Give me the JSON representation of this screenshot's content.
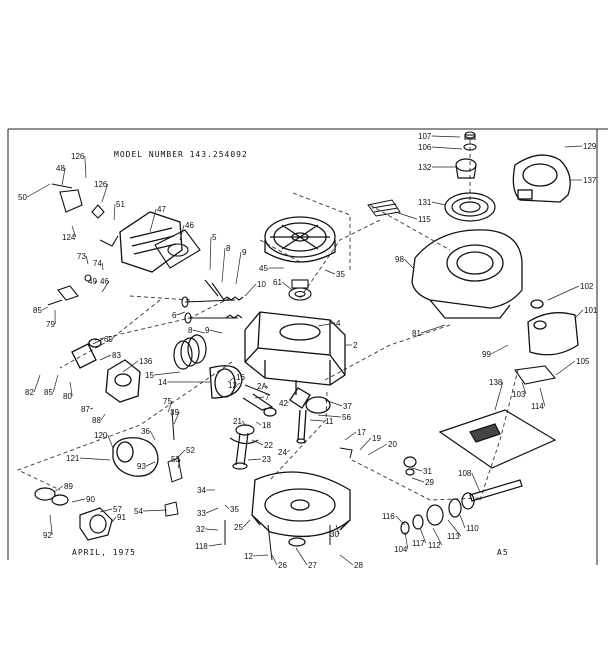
{
  "header": {
    "model_label": "MODEL NUMBER 143.254092"
  },
  "footer": {
    "date": "APRIL, 1975",
    "page_code": "A5"
  },
  "callouts": [
    "107",
    "106",
    "132",
    "131",
    "115",
    "129",
    "137",
    "98",
    "102",
    "101",
    "81",
    "99",
    "105",
    "103",
    "114",
    "138",
    "108",
    "126",
    "48",
    "50",
    "126",
    "51",
    "47",
    "124",
    "46",
    "5",
    "8",
    "9",
    "45",
    "61",
    "35",
    "73",
    "74",
    "49",
    "46",
    "85",
    "79",
    "6",
    "8",
    "9",
    "10",
    "4",
    "2",
    "69",
    "83",
    "136",
    "15",
    "14",
    "16",
    "82",
    "85",
    "80",
    "87",
    "88",
    "75",
    "39",
    "13",
    "2A",
    "7",
    "42",
    "56",
    "37",
    "18",
    "21",
    "22",
    "23",
    "24",
    "11",
    "17",
    "19",
    "20",
    "31",
    "29",
    "120",
    "36",
    "121",
    "93",
    "53",
    "52",
    "89",
    "90",
    "57",
    "91",
    "92",
    "54",
    "34",
    "33",
    "32",
    "35",
    "25",
    "118",
    "12",
    "26",
    "27",
    "28",
    "30",
    "116",
    "104",
    "117",
    "112",
    "113",
    "110"
  ]
}
